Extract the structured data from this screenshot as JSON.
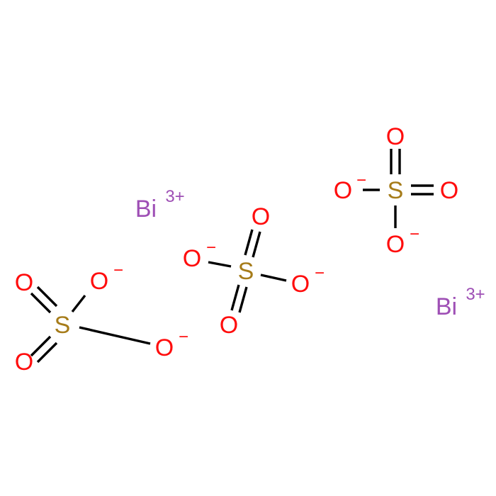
{
  "molecule": {
    "colors": {
      "oxygen": "#ff0d0d",
      "sulfur": "#a67c1a",
      "bismuth": "#9e4fb5",
      "bond": "#000000",
      "background": "#ffffff"
    },
    "bismuth_ions": [
      {
        "symbol": "Bi",
        "charge": "3+"
      },
      {
        "symbol": "Bi",
        "charge": "3+"
      }
    ],
    "sulfates": [
      {
        "sulfur": "S",
        "oxygens": [
          {
            "symbol": "O",
            "charge": ""
          },
          {
            "symbol": "O",
            "charge": ""
          },
          {
            "symbol": "O",
            "charge": "−"
          },
          {
            "symbol": "O",
            "charge": "−"
          }
        ]
      },
      {
        "sulfur": "S",
        "oxygens": [
          {
            "symbol": "O",
            "charge": ""
          },
          {
            "symbol": "O",
            "charge": ""
          },
          {
            "symbol": "O",
            "charge": "−"
          },
          {
            "symbol": "O",
            "charge": "−"
          }
        ]
      },
      {
        "sulfur": "S",
        "oxygens": [
          {
            "symbol": "O",
            "charge": ""
          },
          {
            "symbol": "O",
            "charge": ""
          },
          {
            "symbol": "O",
            "charge": "−"
          },
          {
            "symbol": "O",
            "charge": "−"
          }
        ]
      }
    ]
  }
}
